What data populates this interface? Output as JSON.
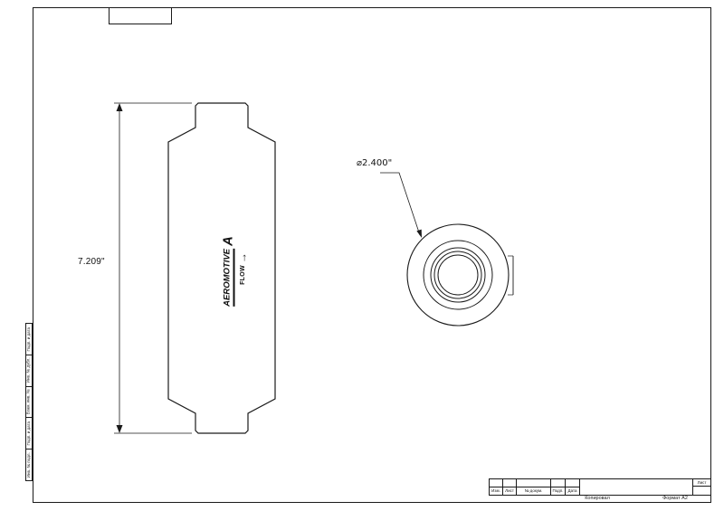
{
  "sheet": {
    "background": "#ffffff",
    "line_color": "#1a1a1a"
  },
  "side_view": {
    "dimension_label": "7.209\"",
    "brand_text": "AEROMOTIVE",
    "brand_mark": "A",
    "flow_label": "FLOW",
    "flow_arrow_glyph": "→"
  },
  "end_view": {
    "diameter_label": "⌀2.400\""
  },
  "title_block": {
    "revision_headers": [
      "Изм.",
      "Лист",
      "№ докум.",
      "Подп.",
      "Дата"
    ],
    "sheet_cell_label": "Лист",
    "copied_label": "Копировал",
    "format_label": "Формат А2"
  },
  "margin_stamps": [
    "Подп. и дата",
    "Инв. № дубл.",
    "Взам. инв. №",
    "Подп. и дата",
    "Инв. № подл."
  ]
}
